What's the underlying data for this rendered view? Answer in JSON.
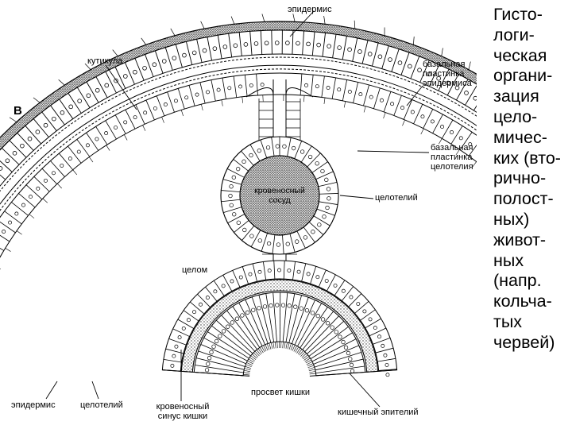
{
  "figure_letter": "В",
  "labels": {
    "epidermis_top": "эпидермис",
    "cuticle": "кутикула",
    "basal_epidermis": "базальная\nпластинка\nэпидермиса",
    "basal_coelothelium": "базальная\nпластинка\nцелотелия",
    "blood_vessel": "кровеносный\nсосуд",
    "coelothelium_right": "целотелий",
    "coelom": "целом",
    "epidermis_bottom": "эпидермис",
    "coelothelium_bottom": "целотелий",
    "blood_sinus": "кровеносный\nсинус кишки",
    "gut_lumen": "просвет кишки",
    "gut_epithelium": "кишечный эпителий"
  },
  "side_title": "Гисто-\nлоги-\nческая\nоргани-\nзация\nцело-\nмичес-\nких (вто-\nрично-\nполост-\nных)\nживот-\nных\n(напр.\nкольча-\nтых\nчервей)"
}
